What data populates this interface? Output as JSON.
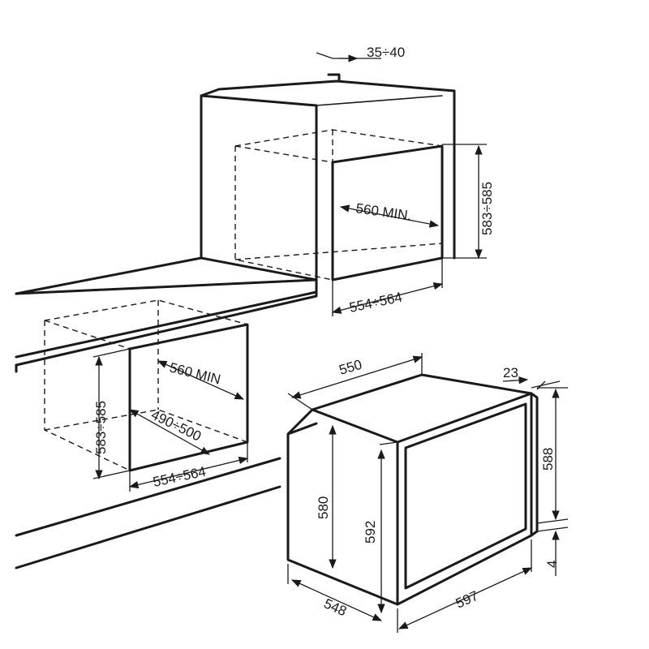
{
  "labels": {
    "wall_depth": "35÷40",
    "column_height": "583÷585",
    "column_depth": "560 MIN.",
    "column_width": "554÷564",
    "under_height": "583÷585",
    "under_depth": "560 MIN",
    "under_inner": "490÷500",
    "under_width": "554÷564",
    "oven_top_width": "550",
    "door_thickness": "23",
    "oven_body_height": "580",
    "oven_front_height": "592",
    "door_height": "588",
    "door_gap": "4",
    "oven_depth": "548",
    "oven_width": "597"
  }
}
